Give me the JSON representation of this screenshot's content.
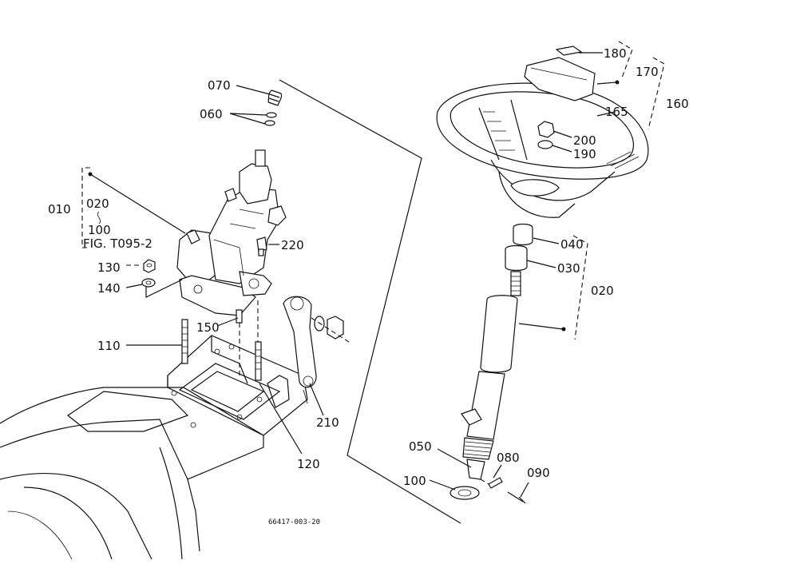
{
  "labels": {
    "p010": "010",
    "p020a": "020",
    "p100a": "100",
    "fig": "FIG. T095-2",
    "p130": "130",
    "p140": "140",
    "p110": "110",
    "p150": "150",
    "p120": "120",
    "p210": "210",
    "p220": "220",
    "p070": "070",
    "p060": "060",
    "p180": "180",
    "p170": "170",
    "p160": "160",
    "p165": "165",
    "p200": "200",
    "p190": "190",
    "p040": "040",
    "p030": "030",
    "p020b": "020",
    "p050": "050",
    "p080": "080",
    "p090": "090",
    "p100b": "100"
  },
  "drawing_code": "66417-003-20"
}
